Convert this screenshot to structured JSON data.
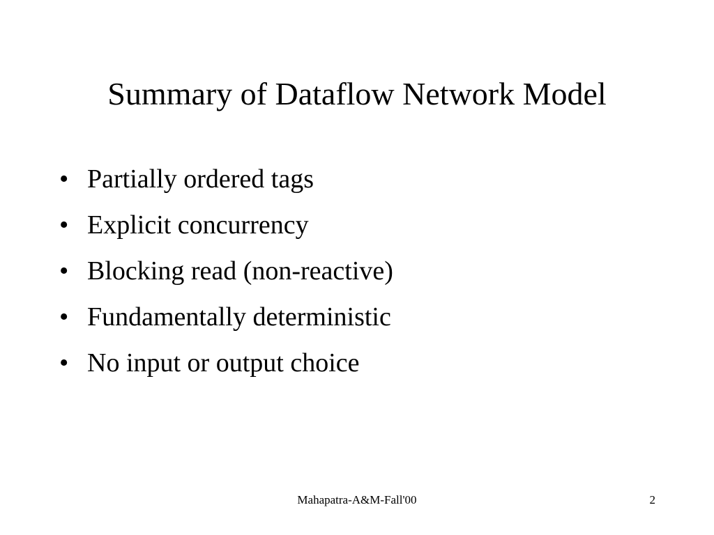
{
  "slide": {
    "title": "Summary of Dataflow Network Model",
    "bullet_symbol": "•",
    "bullets": [
      "Partially ordered tags",
      "Explicit concurrency",
      "Blocking read (non-reactive)",
      "Fundamentally deterministic",
      "No input or output choice"
    ],
    "footer": "Mahapatra-A&M-Fall'00",
    "page_number": "2"
  },
  "colors": {
    "background": "#ffffff",
    "text": "#000000"
  }
}
